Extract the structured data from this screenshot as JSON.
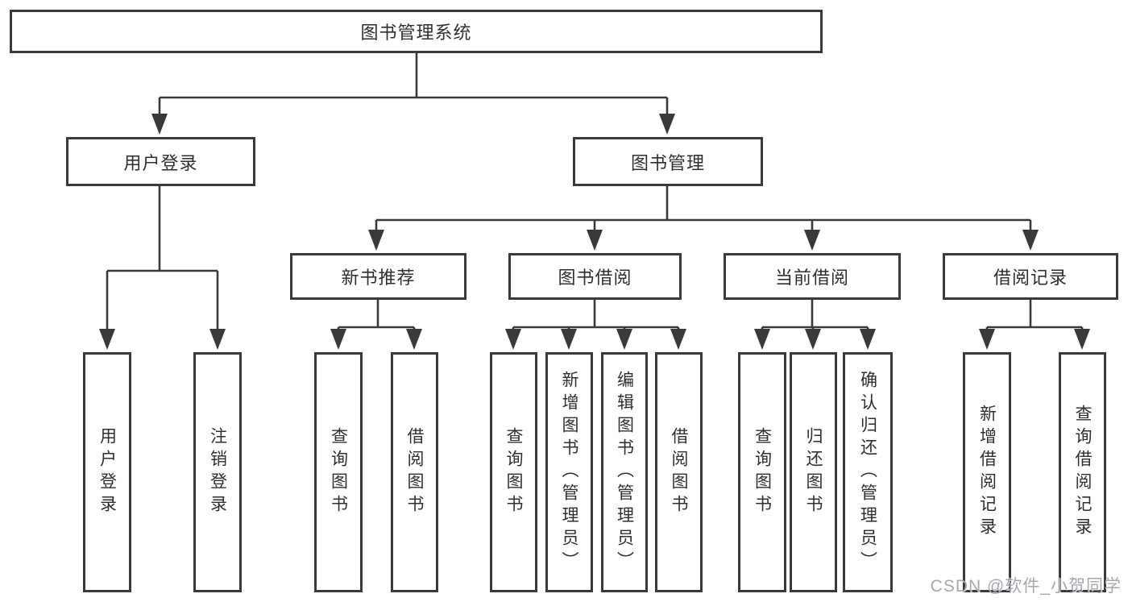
{
  "diagram": {
    "root": {
      "label": "图书管理系统"
    },
    "branches": [
      {
        "label": "用户登录",
        "children": [
          {
            "label": "用户登录"
          },
          {
            "label": "注销登录"
          }
        ]
      },
      {
        "label": "图书管理",
        "children": [
          {
            "label": "新书推荐",
            "children": [
              {
                "label": "查询图书"
              },
              {
                "label": "借阅图书"
              }
            ]
          },
          {
            "label": "图书借阅",
            "children": [
              {
                "label": "查询图书"
              },
              {
                "label": "新增图书（管理员）"
              },
              {
                "label": "编辑图书（管理员）"
              },
              {
                "label": "借阅图书"
              }
            ]
          },
          {
            "label": "当前借阅",
            "children": [
              {
                "label": "查询图书"
              },
              {
                "label": "归还图书"
              },
              {
                "label": "确认归还（管理员）"
              }
            ]
          },
          {
            "label": "借阅记录",
            "children": [
              {
                "label": "新增借阅记录"
              },
              {
                "label": "查询借阅记录"
              }
            ]
          }
        ]
      }
    ]
  },
  "watermark": {
    "text": "CSDN @软件_小贺同学"
  },
  "colors": {
    "line": "#3a3a3a",
    "text": "#2f2f2f",
    "box_background": "#ffffff",
    "page_background": "#ffffff",
    "watermark": "#949aa3"
  }
}
